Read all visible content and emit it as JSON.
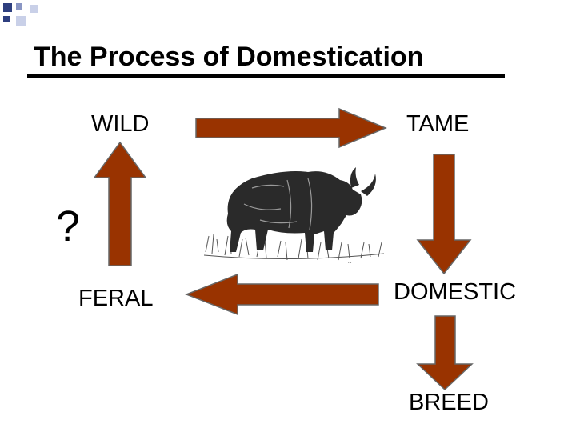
{
  "slide": {
    "title": "The Process of Domestication"
  },
  "diagram": {
    "nodes": {
      "wild": "WILD",
      "tame": "TAME",
      "domestic": "DOMESTIC",
      "feral": "FERAL",
      "breed": "BREED",
      "unknown": "?"
    },
    "edges": [
      {
        "from": "WILD",
        "to": "TAME"
      },
      {
        "from": "TAME",
        "to": "DOMESTIC"
      },
      {
        "from": "DOMESTIC",
        "to": "FERAL"
      },
      {
        "from": "FERAL",
        "to": "WILD"
      },
      {
        "from": "DOMESTIC",
        "to": "BREED"
      }
    ]
  },
  "colors": {
    "arrow_fill": "#993300",
    "arrow_stroke": "#666666",
    "bullet_dark": "#2e3f7f",
    "bullet_light": "#c9d0e8"
  },
  "icons": [
    "gaur-illustration"
  ]
}
